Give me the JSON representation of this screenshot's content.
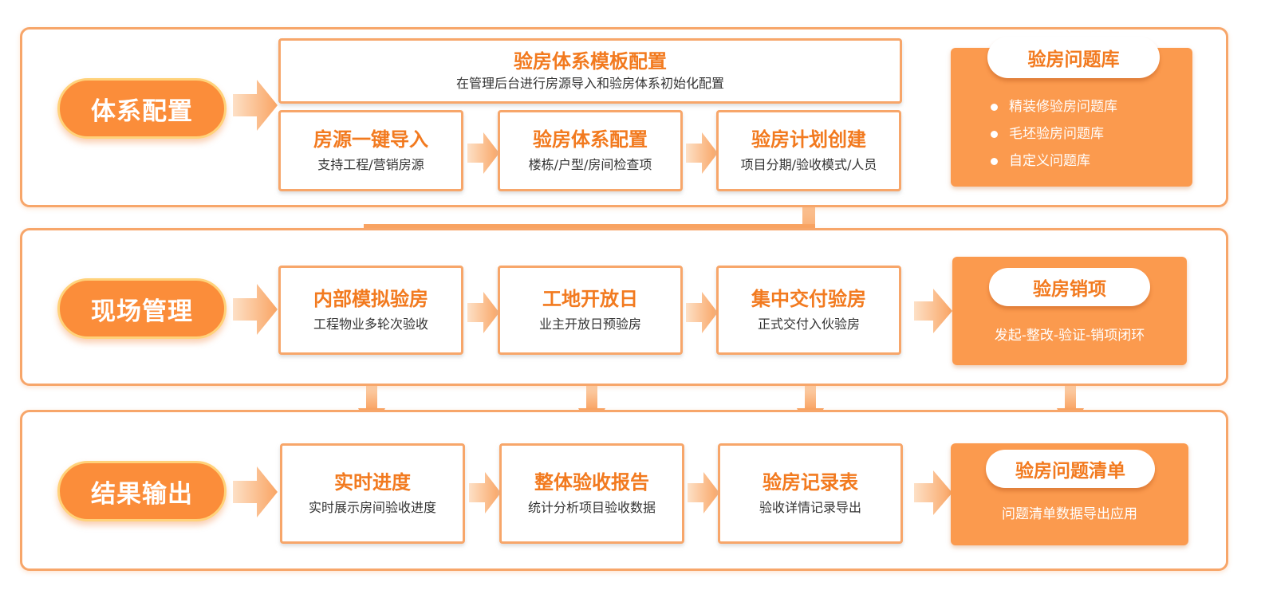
{
  "colors": {
    "accent": "#f27a1f",
    "pill": "#fb8d3a",
    "pill_border": "#ffd27a",
    "card": "#fb9a4e",
    "border": "#f7a66a",
    "arrow": "#f9a463"
  },
  "sections": [
    {
      "label": "体系配置",
      "template": {
        "title": "验房体系模板配置",
        "desc": "在管理后台进行房源导入和验房体系初始化配置"
      },
      "steps": [
        {
          "title": "房源一键导入",
          "desc": "支持工程/营销房源"
        },
        {
          "title": "验房体系配置",
          "desc": "楼栋/户型/房间检查项"
        },
        {
          "title": "验房计划创建",
          "desc": "项目分期/验收模式/人员"
        }
      ],
      "card": {
        "title": "验房问题库",
        "items": [
          "精装修验房问题库",
          "毛坯验房问题库",
          "自定义问题库"
        ]
      }
    },
    {
      "label": "现场管理",
      "steps": [
        {
          "title": "内部模拟验房",
          "desc": "工程物业多轮次验收"
        },
        {
          "title": "工地开放日",
          "desc": "业主开放日预验房"
        },
        {
          "title": "集中交付验房",
          "desc": "正式交付入伙验房"
        }
      ],
      "card": {
        "title": "验房销项",
        "desc": "发起-整改-验证-销项闭环"
      }
    },
    {
      "label": "结果输出",
      "steps": [
        {
          "title": "实时进度",
          "desc": "实时展示房间验收进度"
        },
        {
          "title": "整体验收报告",
          "desc": "统计分析项目验收数据"
        },
        {
          "title": "验房记录表",
          "desc": "验收详情记录导出"
        }
      ],
      "card": {
        "title": "验房问题清单",
        "desc": "问题清单数据导出应用"
      }
    }
  ]
}
